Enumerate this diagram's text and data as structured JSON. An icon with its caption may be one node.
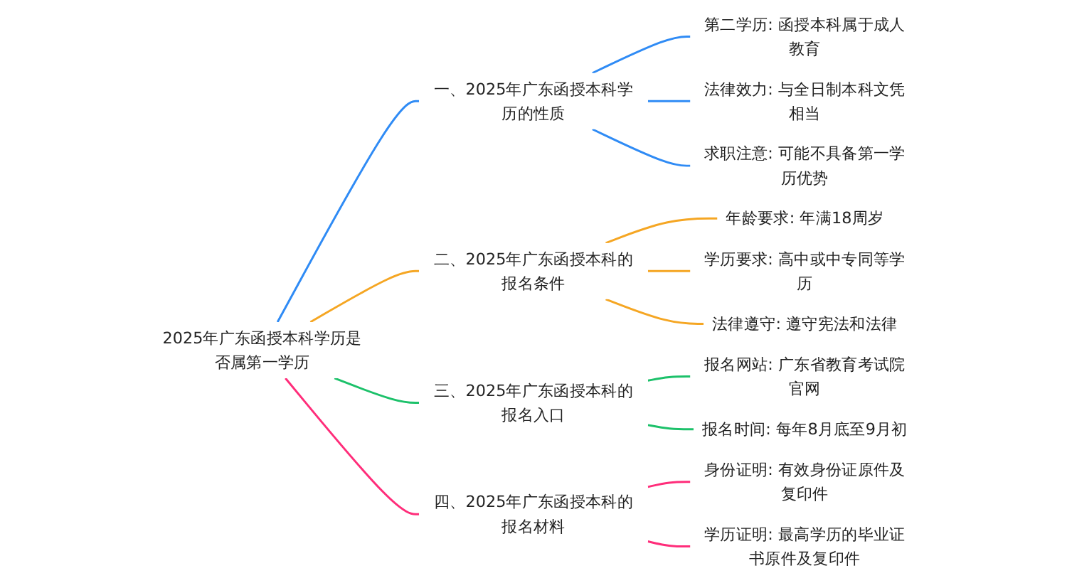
{
  "diagram": {
    "nodes": [
      {
        "text": [
          "2025年广东函授本科学历是否属第一学历"
        ]
      },
      {
        "text": [
          "一、2025年广东函授本科学历的性质"
        ]
      },
      {
        "text": [
          "第二学历: 函授本科属于成人教育"
        ]
      },
      {
        "text": [
          "法律效力: 与全日制本科文凭相当"
        ]
      },
      {
        "text": [
          "求职注意: 可能不具备第一学历优势"
        ]
      },
      {
        "text": [
          "二、2025年广东函授本科的报名条件"
        ]
      },
      {
        "text": [
          "年龄要求: 年满18周岁"
        ]
      },
      {
        "text": [
          "学历要求: 高中或中专同等学历"
        ]
      },
      {
        "text": [
          "法律遵守: 遵守宪法和法律"
        ]
      },
      {
        "text": [
          "三、2025年广东函授本科的报名入口"
        ]
      },
      {
        "text": [
          "报名网站: 广东省教育考试院官网"
        ]
      },
      {
        "text": [
          "报名时间: 每年8月底至9月初"
        ]
      },
      {
        "text": [
          "四、2025年广东函授本科的报名材料"
        ]
      },
      {
        "text": [
          "身份证明: 有效身份证原件及复印件"
        ]
      },
      {
        "text": [
          "学历证明: 最高学历的毕业证书原件及复印件"
        ]
      }
    ],
    "edges": [
      {
        "from": 0,
        "to": 1,
        "arrow": "none",
        "color": "#2f8bf5"
      },
      {
        "from": 1,
        "to": 2,
        "arrow": "none",
        "color": "#2f8bf5"
      },
      {
        "from": 1,
        "to": 3,
        "arrow": "none",
        "color": "#2f8bf5"
      },
      {
        "from": 1,
        "to": 4,
        "arrow": "none",
        "color": "#2f8bf5"
      },
      {
        "from": 0,
        "to": 5,
        "arrow": "none",
        "color": "#f5a623"
      },
      {
        "from": 5,
        "to": 6,
        "arrow": "none",
        "color": "#f5a623"
      },
      {
        "from": 5,
        "to": 7,
        "arrow": "none",
        "color": "#f5a623"
      },
      {
        "from": 5,
        "to": 8,
        "arrow": "none",
        "color": "#f5a623"
      },
      {
        "from": 0,
        "to": 9,
        "arrow": "none",
        "color": "#1cc16a"
      },
      {
        "from": 9,
        "to": 10,
        "arrow": "none",
        "color": "#1cc16a"
      },
      {
        "from": 9,
        "to": 11,
        "arrow": "none",
        "color": "#1cc16a"
      },
      {
        "from": 0,
        "to": 12,
        "arrow": "none",
        "color": "#ff2d7a"
      },
      {
        "from": 12,
        "to": 13,
        "arrow": "none",
        "color": "#ff2d7a"
      },
      {
        "from": 12,
        "to": 14,
        "arrow": "none",
        "color": "#ff2d7a"
      }
    ]
  }
}
